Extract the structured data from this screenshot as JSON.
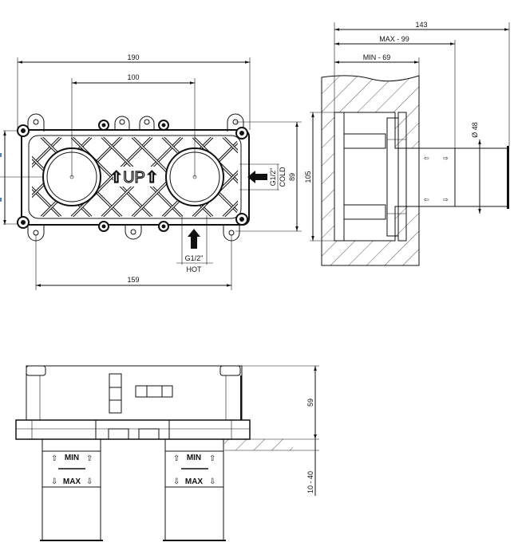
{
  "front_view": {
    "dim_overall_width": "190",
    "dim_outlet_spacing": "100",
    "dim_mount_spacing": "159",
    "dim_height_89": "89",
    "dim_height_105": "105",
    "up_label": "⇧UP⇧",
    "cold_inlet": {
      "thread": "G1/2\"",
      "label": "COLD"
    },
    "hot_inlet": {
      "thread": "G1/2\"",
      "label": "HOT"
    }
  },
  "side_view": {
    "dim_total": "143",
    "dim_max": "MAX - 99",
    "dim_min": "MIN - 69",
    "dim_height": "105",
    "dim_diameter": "Ø 48"
  },
  "bottom_view": {
    "dim_body_depth": "59",
    "dim_adjust_range": "10 - 40",
    "legs": [
      {
        "min_label": "MIN",
        "max_label": "MAX"
      },
      {
        "min_label": "MIN",
        "max_label": "MAX"
      }
    ]
  },
  "colors": {
    "line": "#111111",
    "mark": "#5b7fa6"
  }
}
